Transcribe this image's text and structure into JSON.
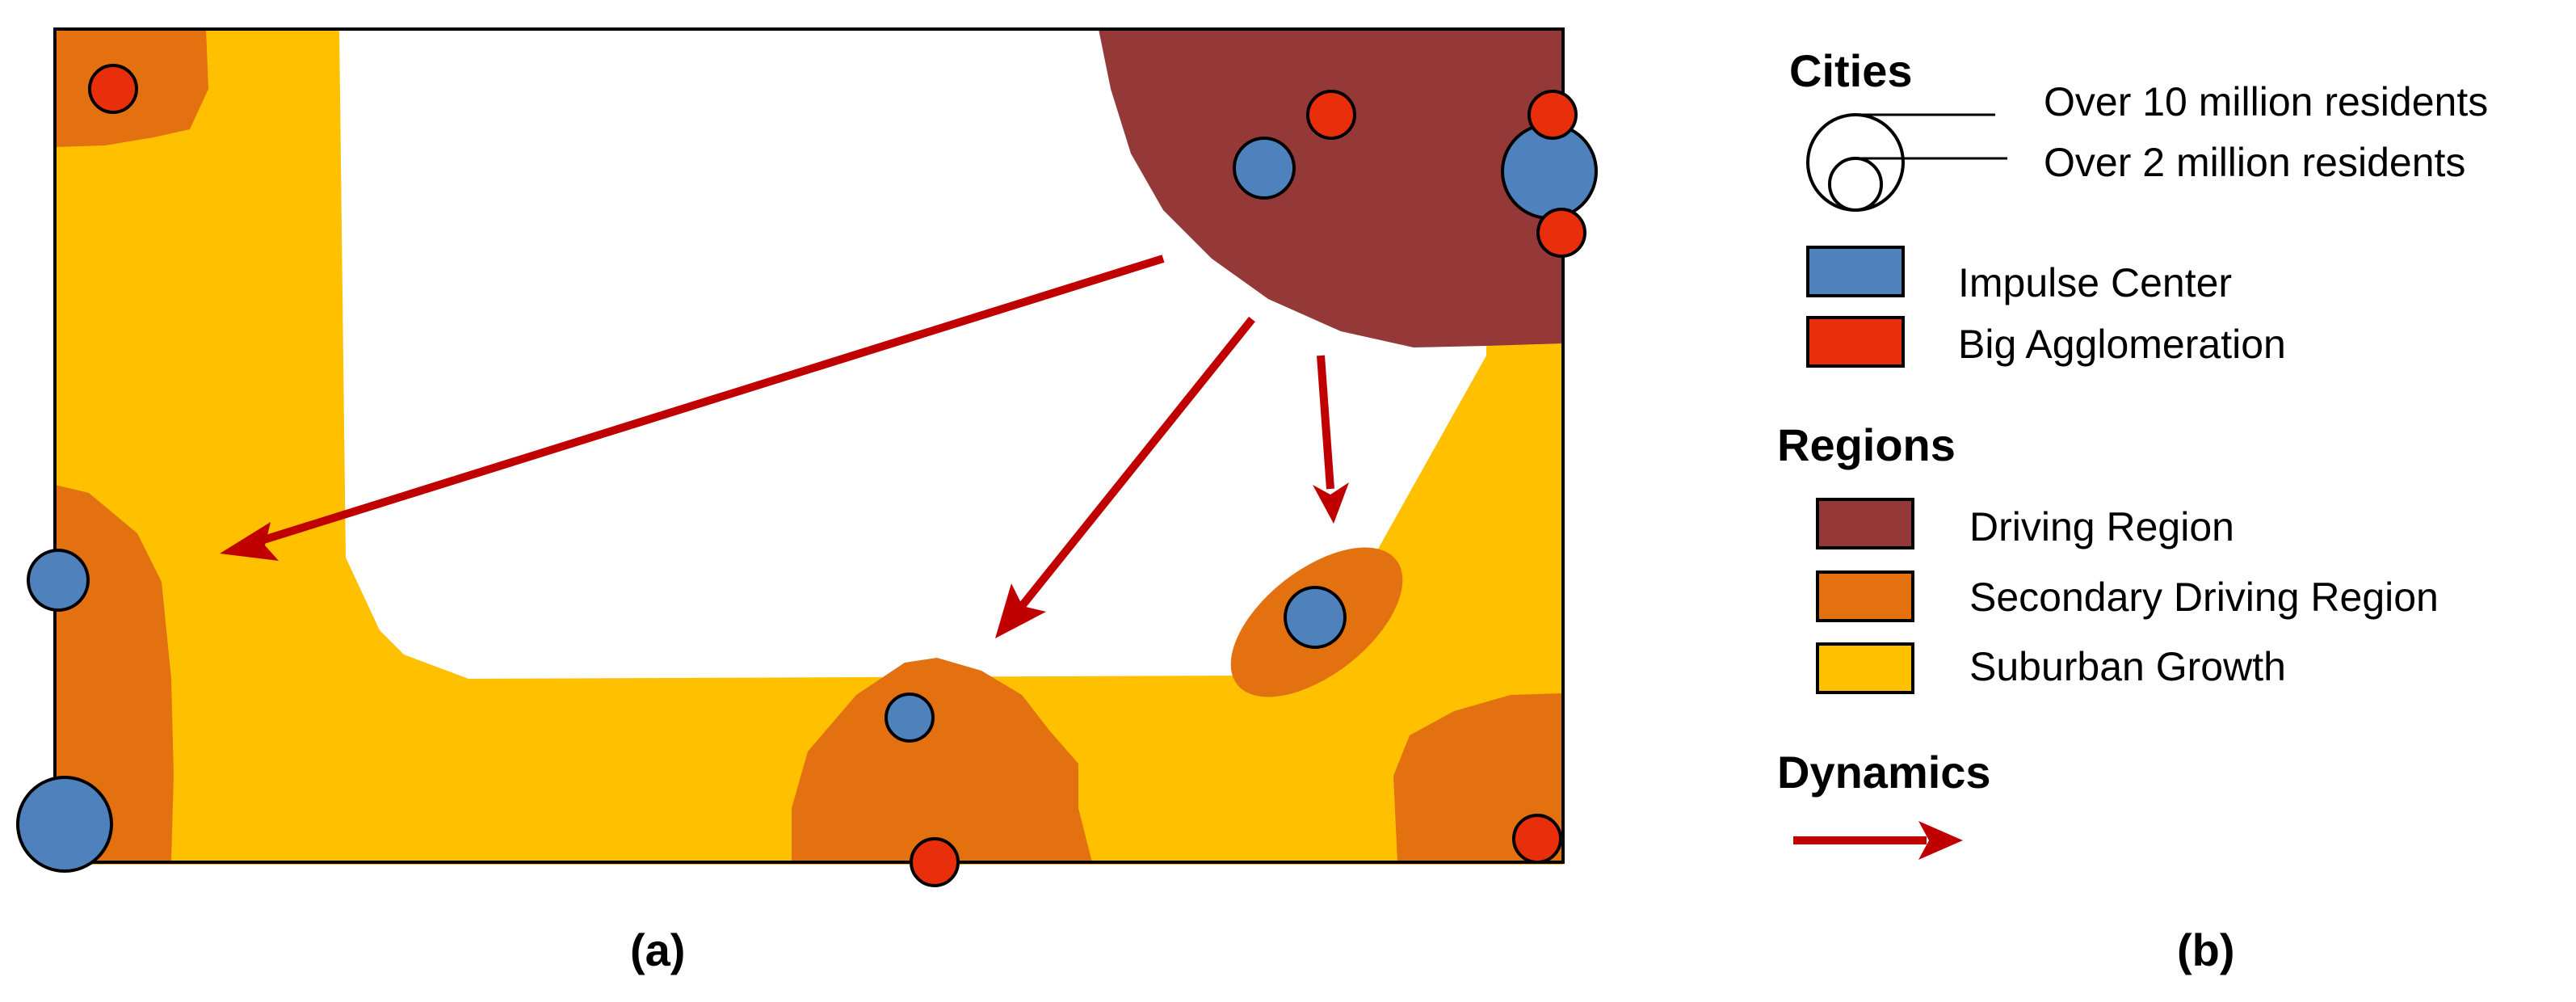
{
  "colors": {
    "driving_region": "#943838",
    "secondary_driving_region": "#E3710F",
    "suburban_growth": "#FFC000",
    "impulse_center": "#4F81BD",
    "big_agglomeration": "#E92E0B",
    "dynamics_arrow": "#C00000",
    "border": "#000000"
  },
  "map": {
    "caption": "(a)"
  },
  "legend": {
    "caption": "(b)",
    "cities": {
      "heading": "Cities",
      "large_label": "Over 10 million residents",
      "medium_label": "Over 2 million residents",
      "impulse_center_label": "Impulse Center",
      "big_agglomeration_label": "Big Agglomeration"
    },
    "regions": {
      "heading": "Regions",
      "driving_label": "Driving Region",
      "secondary_label": "Secondary Driving Region",
      "suburban_label": "Suburban Growth"
    },
    "dynamics": {
      "heading": "Dynamics",
      "arrow_icon": "dynamics-arrow-icon"
    }
  }
}
